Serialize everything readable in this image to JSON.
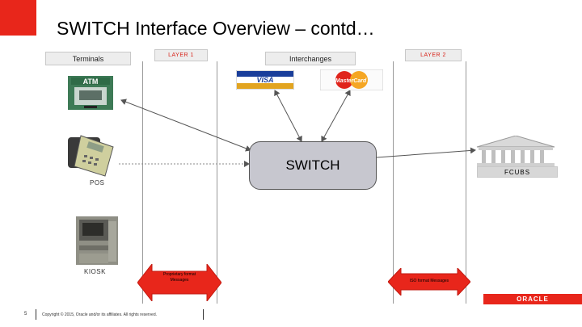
{
  "slide": {
    "title": "SWITCH Interface Overview – contd…",
    "page_number": "5",
    "copyright": "Copyright © 2015, Oracle and/or its affiliates. All rights reserved.",
    "logo_text": "ORACLE"
  },
  "labels": {
    "terminals": "Terminals",
    "interchanges": "Interchanges",
    "layer1": "LAYER 1",
    "layer2": "LAYER 2",
    "switch": "SWITCH",
    "pos": "POS",
    "kiosk": "KIOSK",
    "fcubs": "FCUBS"
  },
  "icons": {
    "atm": "ATM",
    "visa": "VISA",
    "mastercard": "MasterCard"
  },
  "arrows": {
    "proprietary_line1": "Proprietary format",
    "proprietary_line2": "Messages",
    "iso": "ISO format Messages"
  },
  "colors": {
    "oracle_red": "#e8261b",
    "switch_fill": "#c7c7cf",
    "layer_text": "#d8241a"
  }
}
